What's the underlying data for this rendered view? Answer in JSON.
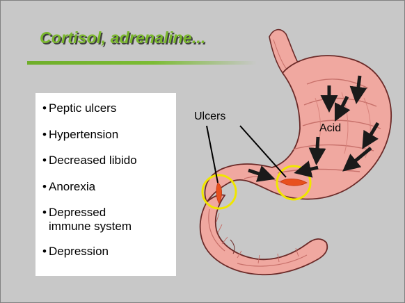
{
  "slide": {
    "title": "Cortisol, adrenaline...",
    "bullets": [
      "Peptic ulcers",
      "Hypertension",
      "Decreased libido",
      "Anorexia",
      "Depressed immune system",
      "Depression"
    ],
    "bullet_lines": [
      "Depressed",
      "immune system"
    ]
  },
  "illustration": {
    "ulcers_label": "Ulcers",
    "acid_label": "Acid",
    "colors": {
      "tissue": "#f0a8a0",
      "outline": "#6b2a28",
      "highlight_circle": "#f0e600",
      "ulcer": "#e8501e",
      "title_green": "#7ab82c",
      "background": "#c8c8c8"
    }
  }
}
